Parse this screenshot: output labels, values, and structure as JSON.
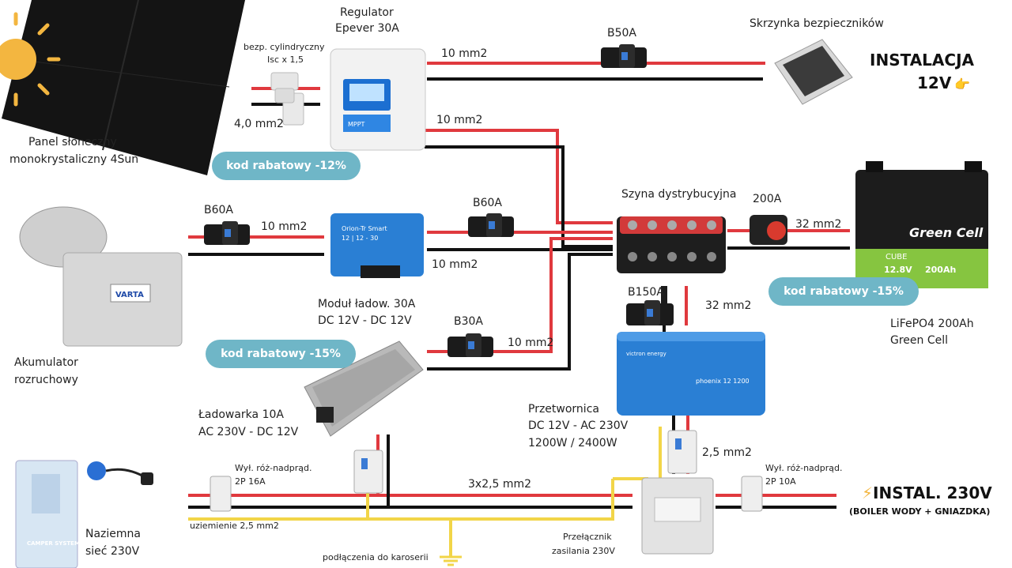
{
  "labels": {
    "regulator": "Regulator",
    "regulator_model": "Epever 30A",
    "fuse_box": "Skrzynka bezpieczników",
    "cyl_fuse": "bezp. cylindryczny",
    "isc": "Isc x 1,5",
    "panel_wire": "4,0 mm2",
    "panel_1": "Panel słoneczny",
    "panel_2": "monokrystaliczny 4Sun",
    "b50": "B50A",
    "wire_top": "10 mm2",
    "wire_mid": "10 mm2",
    "b60_left": "B60A",
    "wire_alt": "10 mm2",
    "b60_right": "B60A",
    "wire_dc": "10 mm2",
    "busbar": "Szyna dystrybucyjna",
    "sw200": "200A",
    "wire_32a": "32 mm2",
    "b150": "B150A",
    "wire_32b": "32 mm2",
    "lifepo_1": "LiFePO4 200Ah",
    "lifepo_2": "Green Cell",
    "module_1": "Moduł ładow. 30A",
    "module_2": "DC 12V - DC 12V",
    "b30": "B30A",
    "wire_charger": "10 mm2",
    "starter_1": "Akumulator",
    "starter_2": "rozruchowy",
    "charger_1": "Ładowarka 10A",
    "charger_2": "AC 230V - DC 12V",
    "inverter_1": "Przetwornica",
    "inverter_2": "DC 12V - AC 230V",
    "inverter_3": "1200W / 2400W",
    "rcbo_left_1": "Wył. róż-nadprąd.",
    "rcbo_left_2": "2P 16A",
    "wire_ac": "3x2,5 mm2",
    "wire_inv": "2,5 mm2",
    "rcbo_right_1": "Wył. róż-nadprąd.",
    "rcbo_right_2": "2P 10A",
    "ground": "uziemienie 2,5 mm2",
    "grid_1": "Naziemna",
    "grid_2": "sieć 230V",
    "body_conn": "podłączenia do karoserii",
    "switch_1": "Przełącznik",
    "switch_2": "zasilania 230V"
  },
  "discounts": {
    "d1": "kod rabatowy -12%",
    "d2": "kod rabatowy -15%",
    "d3": "kod rabatowy -15%"
  },
  "titles": {
    "inst12_a": "INSTALACJA",
    "inst12_b": "12V",
    "inst12_icon": "👉",
    "inst230_icon": "⚡",
    "inst230": "INSTAL. 230V",
    "inst230_sub": "(BOILER WODY + GNIAZDKA)"
  },
  "device_text": {
    "regulator_screen": "MPPT",
    "module_brand": "Orion-Tr Smart",
    "module_model": "12 | 12 - 30",
    "battery_brand": "Green Cell",
    "battery_cube": "CUBE",
    "battery_volt": "12.8V",
    "battery_cap": "200Ah",
    "starter_brand": "VARTA",
    "inverter_brand": "victron energy",
    "inverter_model": "phoenix 12 1200",
    "grid_brand": "CAMPER SYSTEM"
  },
  "colors": {
    "positive": "#e0393e",
    "negative": "#111111",
    "ground": "#f2d548",
    "pill": "#6fb6c7",
    "victron": "#2a7fd4",
    "battery_green": "#86c540"
  }
}
